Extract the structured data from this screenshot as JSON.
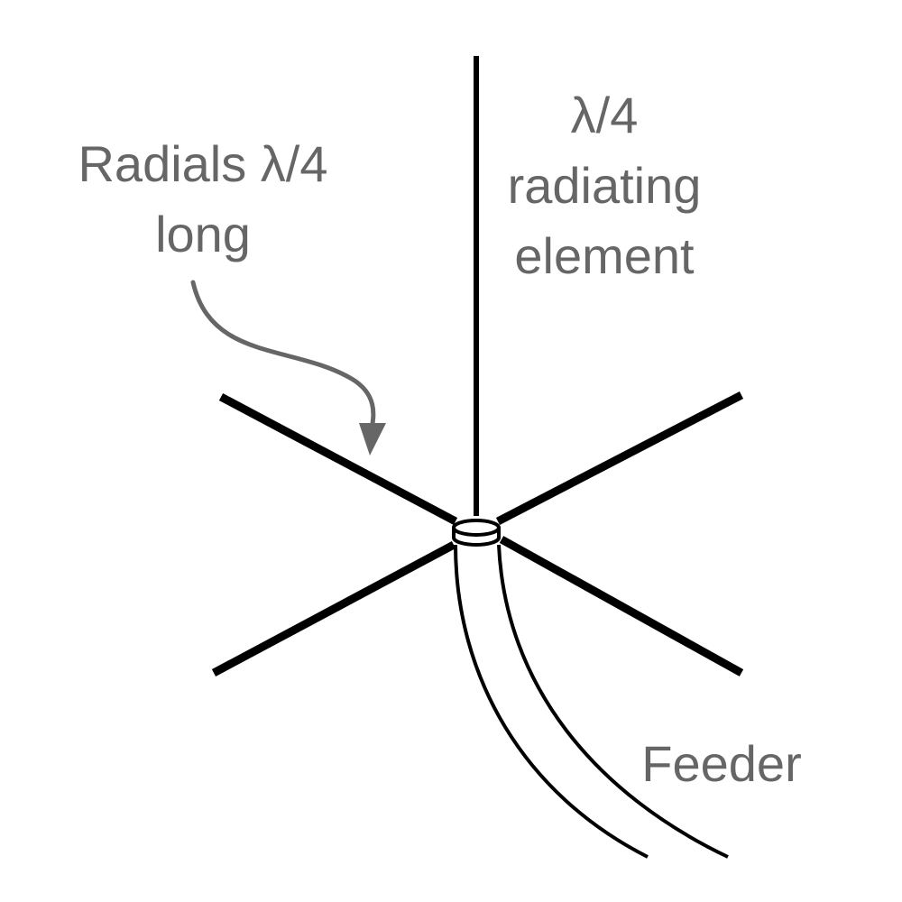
{
  "labels": {
    "radials": {
      "line1": "Radials λ/4",
      "line2": "long"
    },
    "radiating_element": {
      "line1": "λ/4",
      "line2": "radiating",
      "line3": "element"
    },
    "feeder": "Feeder"
  },
  "colors": {
    "line": "#000000",
    "text": "#666666",
    "arrow": "#666666",
    "background": "#ffffff"
  }
}
